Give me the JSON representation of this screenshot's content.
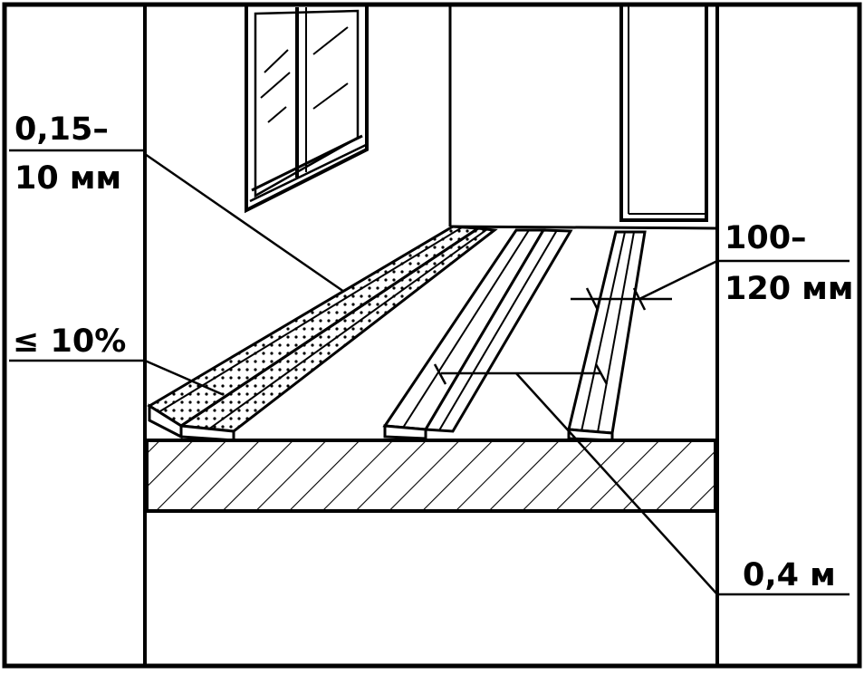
{
  "labels": {
    "dampness_top": "0,15–",
    "dampness_bottom": "10 мм",
    "humidity": "≤ 10%",
    "spacing": "0,4 м",
    "width_top": "100–",
    "width_bottom": "120 мм"
  },
  "colors": {
    "ink": "#000000",
    "paper": "#ffffff"
  }
}
